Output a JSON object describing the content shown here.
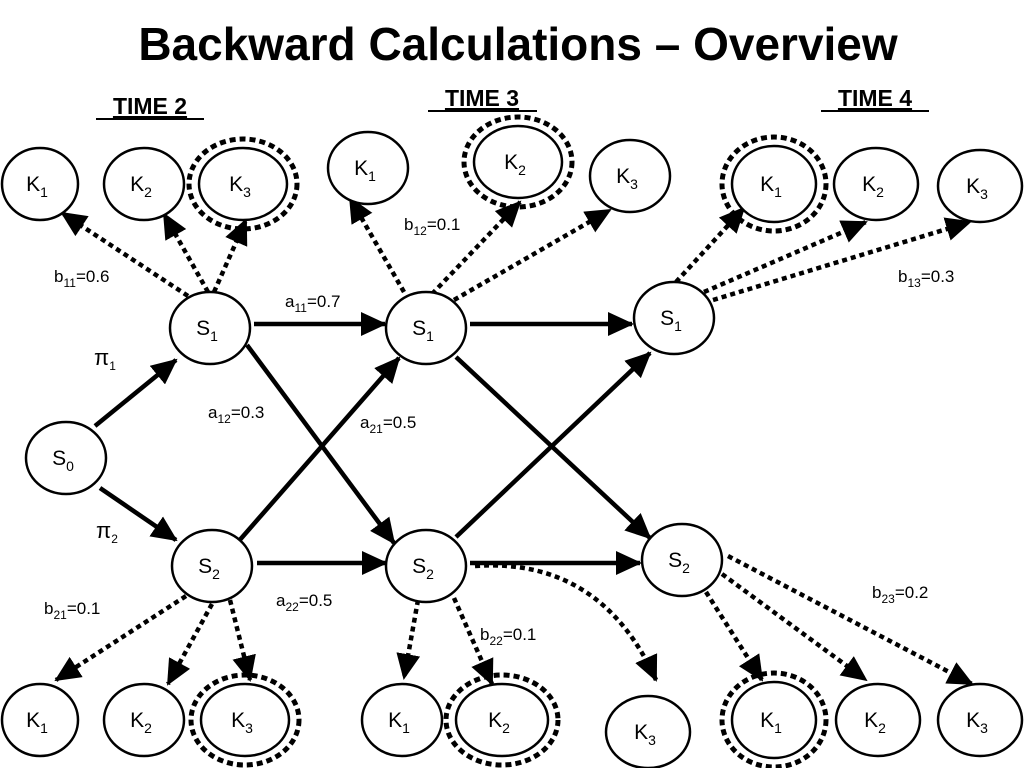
{
  "title": "Backward Calculations – Overview",
  "time_labels": [
    "TIME 2",
    "TIME 3",
    "TIME 4"
  ],
  "nodes": [
    {
      "id": "S0",
      "base": "S",
      "sub": "0"
    },
    {
      "id": "t2S1",
      "base": "S",
      "sub": "1"
    },
    {
      "id": "t2S2",
      "base": "S",
      "sub": "2"
    },
    {
      "id": "t3S1",
      "base": "S",
      "sub": "1"
    },
    {
      "id": "t3S2",
      "base": "S",
      "sub": "2"
    },
    {
      "id": "t4S1",
      "base": "S",
      "sub": "1"
    },
    {
      "id": "t4S2",
      "base": "S",
      "sub": "2"
    },
    {
      "id": "t2K1a",
      "base": "K",
      "sub": "1"
    },
    {
      "id": "t2K2a",
      "base": "K",
      "sub": "2"
    },
    {
      "id": "t2K3a",
      "base": "K",
      "sub": "3",
      "observed": true
    },
    {
      "id": "t3K1a",
      "base": "K",
      "sub": "1"
    },
    {
      "id": "t3K2a",
      "base": "K",
      "sub": "2",
      "observed": true
    },
    {
      "id": "t3K3a",
      "base": "K",
      "sub": "3"
    },
    {
      "id": "t4K1a",
      "base": "K",
      "sub": "1",
      "observed": true
    },
    {
      "id": "t4K2a",
      "base": "K",
      "sub": "2"
    },
    {
      "id": "t4K3a",
      "base": "K",
      "sub": "3"
    },
    {
      "id": "t2K1b",
      "base": "K",
      "sub": "1"
    },
    {
      "id": "t2K2b",
      "base": "K",
      "sub": "2"
    },
    {
      "id": "t2K3b",
      "base": "K",
      "sub": "3",
      "observed": true
    },
    {
      "id": "t3K1b",
      "base": "K",
      "sub": "1"
    },
    {
      "id": "t3K2b",
      "base": "K",
      "sub": "2",
      "observed": true
    },
    {
      "id": "t3K3b",
      "base": "K",
      "sub": "3"
    },
    {
      "id": "t4K1b",
      "base": "K",
      "sub": "1",
      "observed": true
    },
    {
      "id": "t4K2b",
      "base": "K",
      "sub": "2"
    },
    {
      "id": "t4K3b",
      "base": "K",
      "sub": "3"
    }
  ],
  "transitions": [
    {
      "from": "S0",
      "to": "t2S1"
    },
    {
      "from": "S0",
      "to": "t2S2"
    },
    {
      "from": "t2S1",
      "to": "t3S1"
    },
    {
      "from": "t2S1",
      "to": "t3S2"
    },
    {
      "from": "t2S2",
      "to": "t3S1"
    },
    {
      "from": "t2S2",
      "to": "t3S2"
    },
    {
      "from": "t3S1",
      "to": "t4S1"
    },
    {
      "from": "t3S1",
      "to": "t4S2"
    },
    {
      "from": "t3S2",
      "to": "t4S1"
    },
    {
      "from": "t3S2",
      "to": "t4S2"
    }
  ],
  "emissions": [
    {
      "from": "t2S1",
      "to": "t2K1a"
    },
    {
      "from": "t2S1",
      "to": "t2K2a"
    },
    {
      "from": "t2S1",
      "to": "t2K3a"
    },
    {
      "from": "t3S1",
      "to": "t3K1a"
    },
    {
      "from": "t3S1",
      "to": "t3K2a"
    },
    {
      "from": "t3S1",
      "to": "t3K3a"
    },
    {
      "from": "t4S1",
      "to": "t4K1a"
    },
    {
      "from": "t4S1",
      "to": "t4K2a"
    },
    {
      "from": "t4S1",
      "to": "t4K3a"
    },
    {
      "from": "t2S2",
      "to": "t2K1b"
    },
    {
      "from": "t2S2",
      "to": "t2K2b"
    },
    {
      "from": "t2S2",
      "to": "t2K3b"
    },
    {
      "from": "t3S2",
      "to": "t3K1b"
    },
    {
      "from": "t3S2",
      "to": "t3K2b"
    },
    {
      "from": "t3S2",
      "to": "t3K3b"
    },
    {
      "from": "t4S2",
      "to": "t4K1b"
    },
    {
      "from": "t4S2",
      "to": "t4K2b"
    },
    {
      "from": "t4S2",
      "to": "t4K3b"
    }
  ],
  "edge_labels": [
    {
      "id": "pi1",
      "base": "π",
      "sub": "1",
      "value": ""
    },
    {
      "id": "pi2",
      "base": "π",
      "sub": "2",
      "value": ""
    },
    {
      "id": "a11",
      "base": "a",
      "sub": "11",
      "value": "=0.7"
    },
    {
      "id": "a12",
      "base": "a",
      "sub": "12",
      "value": "=0.3"
    },
    {
      "id": "a21",
      "base": "a",
      "sub": "21",
      "value": "=0.5"
    },
    {
      "id": "a22",
      "base": "a",
      "sub": "22",
      "value": "=0.5"
    },
    {
      "id": "b11",
      "base": "b",
      "sub": "11",
      "value": "=0.6"
    },
    {
      "id": "b12",
      "base": "b",
      "sub": "12",
      "value": "=0.1"
    },
    {
      "id": "b13",
      "base": "b",
      "sub": "13",
      "value": "=0.3"
    },
    {
      "id": "b21",
      "base": "b",
      "sub": "21",
      "value": "=0.1"
    },
    {
      "id": "b22",
      "base": "b",
      "sub": "22",
      "value": "=0.1"
    },
    {
      "id": "b23",
      "base": "b",
      "sub": "23",
      "value": "=0.2"
    }
  ]
}
